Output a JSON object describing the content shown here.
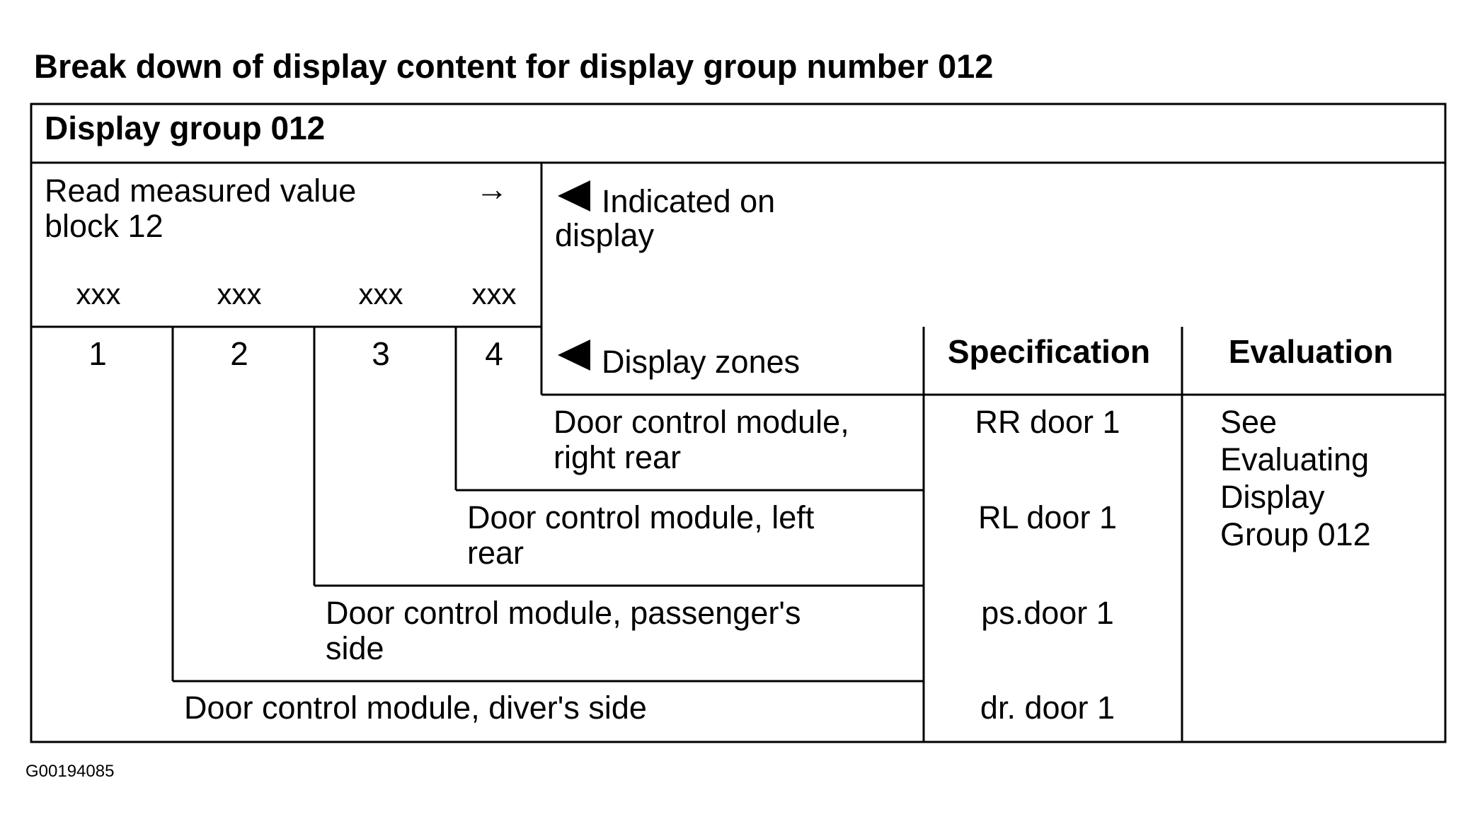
{
  "heading": "Break down of display content for display group number 012",
  "group_title": "Display group 012",
  "read_block": {
    "line1": "Read measured value",
    "line2": "block 12",
    "arrow": "→"
  },
  "indicated": {
    "line1": "Indicated on",
    "line2": "display"
  },
  "placeholders": [
    "xxx",
    "xxx",
    "xxx",
    "xxx"
  ],
  "zone_numbers": [
    "1",
    "2",
    "3",
    "4"
  ],
  "columns": {
    "zones": "Display zones",
    "specification": "Specification",
    "evaluation": "Evaluation"
  },
  "rows": [
    {
      "line1": "Door control module,",
      "line2": "right rear",
      "spec": "RR door 1"
    },
    {
      "line1": "Door control module, left",
      "line2": "rear",
      "spec": "RL door 1"
    },
    {
      "line1": "Door control module, passenger's",
      "line2": "side",
      "spec": "ps.door 1"
    },
    {
      "line1": "Door control module, diver's side",
      "line2": "",
      "spec": "dr. door 1"
    }
  ],
  "evaluation_note": [
    "See",
    "Evaluating",
    "Display",
    "Group 012"
  ],
  "figure_id": "G00194085"
}
